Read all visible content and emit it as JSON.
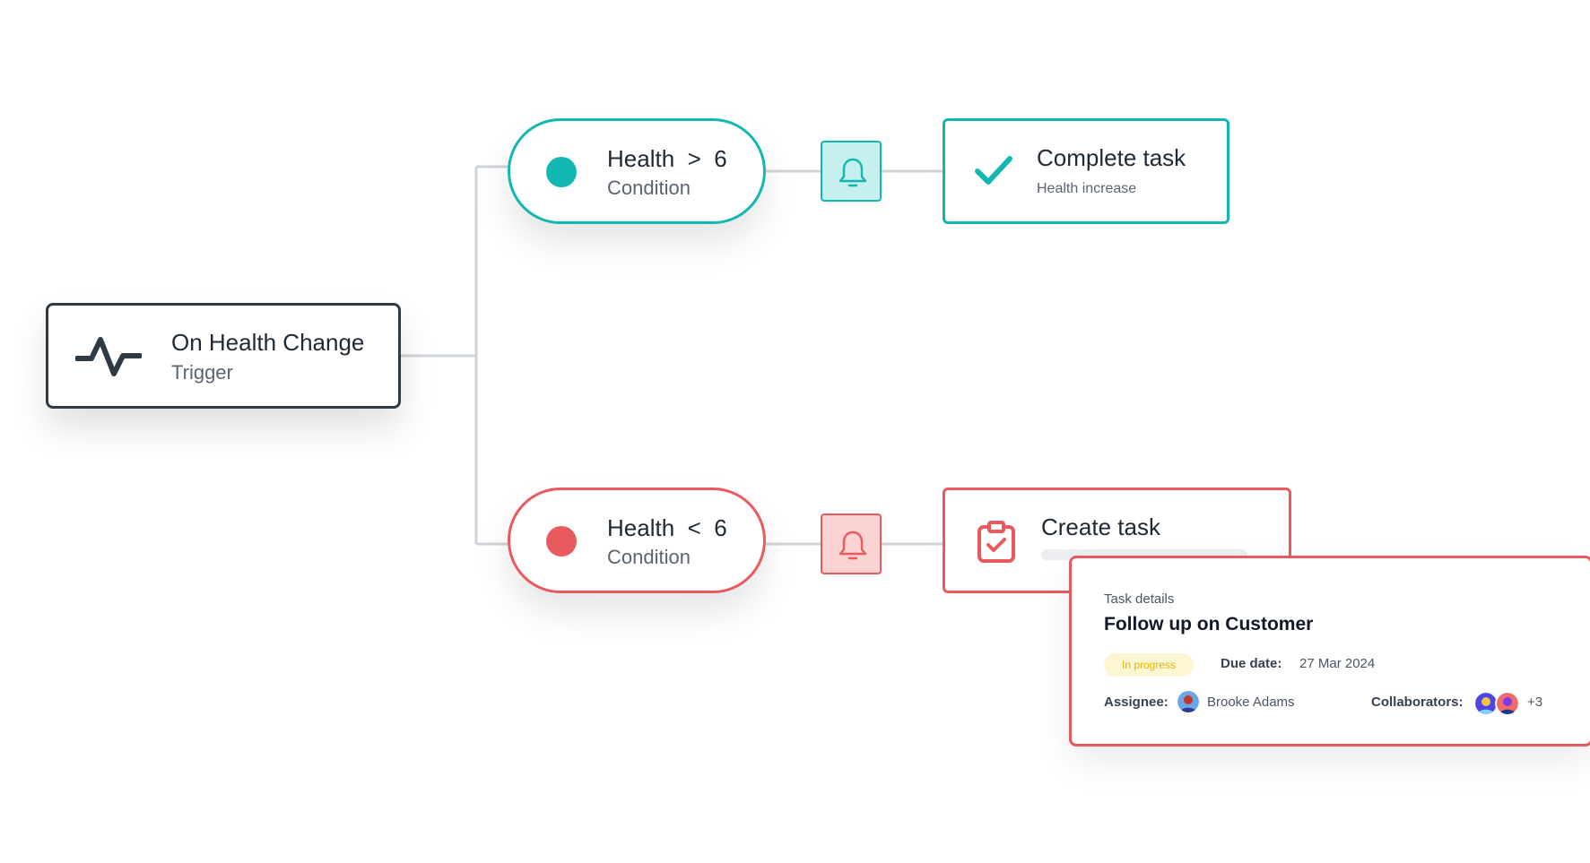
{
  "trigger": {
    "icon": "activity-pulse-icon",
    "title": "On Health Change",
    "subtitle": "Trigger"
  },
  "conditions": [
    {
      "title": "Health  >  6",
      "subtitle": "Condition",
      "color": "#13b7b2",
      "notify_icon": "bell-icon"
    },
    {
      "title": "Health  <  6",
      "subtitle": "Condition",
      "color": "#e85a5d",
      "notify_icon": "bell-icon"
    }
  ],
  "actions": [
    {
      "icon": "check-icon",
      "title": "Complete task",
      "subtitle": "Health increase",
      "color": "#13b7b2"
    },
    {
      "icon": "clipboard-check-icon",
      "title": "Create task",
      "color": "#e85a5d"
    }
  ],
  "task_details": {
    "eyebrow": "Task details",
    "title": "Follow up on Customer",
    "status": "In progress",
    "due_label": "Due date:",
    "due_value": "27 Mar 2024",
    "assignee_label": "Assignee:",
    "assignee_name": "Brooke Adams",
    "collaborators_label": "Collaborators:",
    "collaborators_more": "+3"
  },
  "colors": {
    "teal": "#13b7b2",
    "red": "#e85a5d",
    "dark": "#2f3a45",
    "connector": "#cfd4d9"
  }
}
